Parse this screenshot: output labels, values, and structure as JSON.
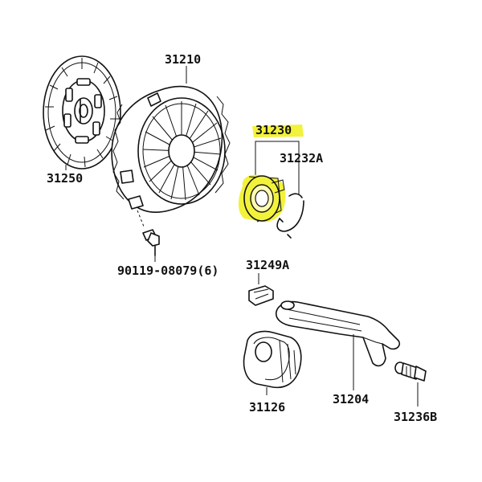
{
  "labels": {
    "p31210": "31210",
    "p31250": "31250",
    "p31230": "31230",
    "p31232A": "31232A",
    "p90119": "90119-08079(6)",
    "p31249A": "31249A",
    "p31126": "31126",
    "p31204": "31204",
    "p31236B": "31236B"
  },
  "colors": {
    "highlight": "#f2f23a",
    "line": "#111111",
    "background": "#ffffff"
  },
  "highlighted_part": "31230"
}
